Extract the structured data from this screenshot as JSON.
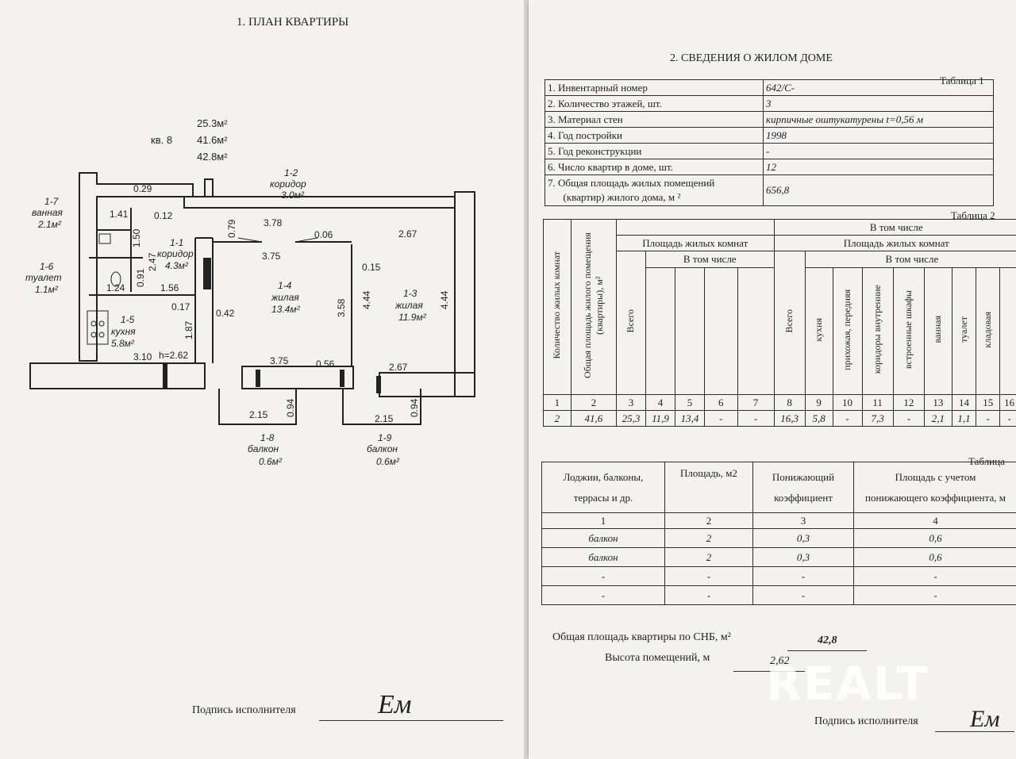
{
  "left_page": {
    "section_title": "1.  ПЛАН КВАРТИРЫ",
    "apartment": {
      "label": "кв. 8",
      "area_living": "25.3м²",
      "area_total": "41.6м²",
      "area_full": "42.8м²"
    },
    "rooms": [
      {
        "id": "1-2",
        "name": "коридор",
        "area": "3.0м²"
      },
      {
        "id": "1-7",
        "name": "ванная",
        "area": "2.1м²"
      },
      {
        "id": "1-1",
        "name": "коридор",
        "area": "4.3м²"
      },
      {
        "id": "1-6",
        "name": "туалет",
        "area": "1.1м²"
      },
      {
        "id": "1-4",
        "name": "жилая",
        "area": "13.4м²"
      },
      {
        "id": "1-3",
        "name": "жилая",
        "area": "11.9м²"
      },
      {
        "id": "1-5",
        "name": "кухня",
        "area": "5.8м²"
      },
      {
        "id": "1-8",
        "name": "балкон",
        "area": "0.6м²"
      },
      {
        "id": "1-9",
        "name": "балкон",
        "area": "0.6м²"
      }
    ],
    "dims": [
      "0.29",
      "1.41",
      "0.12",
      "1.50",
      "0.79",
      "3.78",
      "2.67",
      "3.75",
      "0.06",
      "2.47",
      "0.15",
      "0.91",
      "1.24",
      "1.56",
      "0.17",
      "3.58",
      "4.44",
      "4.44",
      "0.42",
      "1.87",
      "3.10",
      "h=2.62",
      "3.75",
      "0.56",
      "2.67",
      "2.15",
      "0.94",
      "2.15",
      "0.94"
    ],
    "signature_label": "Подпись исполнителя",
    "signature": "Ем"
  },
  "right_page": {
    "section_title": "2.   СВЕДЕНИЯ О ЖИЛОМ ДОМЕ",
    "table1": {
      "caption": "Таблица 1",
      "rows": [
        {
          "label": "1. Инвентарный номер",
          "value": "642/С-"
        },
        {
          "label": "2. Количество этажей, шт.",
          "value": "3"
        },
        {
          "label": "3. Материал стен",
          "value": "кирпичные  оштукатурены t=0,56 м"
        },
        {
          "label": "4. Год постройки",
          "value": "1998"
        },
        {
          "label": "5. Год реконструкции",
          "value": "-"
        },
        {
          "label": "6. Число квартир в доме, шт.",
          "value": "12"
        },
        {
          "label": "7. Общая площадь жилых помещений",
          "label2": "(квартир) жилого дома, м ²",
          "value": "656,8"
        }
      ]
    },
    "table2": {
      "caption": "Таблица 2",
      "h_in_total": "В том числе",
      "h_living_rooms": "Площадь жилых комнат",
      "h_in_total_sub": "В том числе",
      "h_living_rooms2": "Площадь жилых комнат",
      "h_in_total_sub2": "В том числе",
      "col_rooms_count": "Количество жилых комнат",
      "col_total_area": "Общая площадь жилого помещения (квартиры), м²",
      "col_total": "Всего",
      "col_total2": "Всего",
      "col_kitchen": "кухня",
      "col_hall": "прихожая, передняя",
      "col_corridors": "коридоры внутренние",
      "col_closets": "встроенные шкафы",
      "col_bath": "ванная",
      "col_toilet": "туалет",
      "col_pantry": "кладовая",
      "col_numbers": [
        "1",
        "2",
        "3",
        "4",
        "5",
        "6",
        "7",
        "8",
        "9",
        "10",
        "11",
        "12",
        "13",
        "14",
        "15",
        "16"
      ],
      "values": [
        "2",
        "41,6",
        "25,3",
        "11,9",
        "13,4",
        "-",
        "-",
        "16,3",
        "5,8",
        "-",
        "7,3",
        "-",
        "2,1",
        "1,1",
        "-",
        "-"
      ]
    },
    "table3": {
      "caption": "Таблица",
      "headers": [
        "Лоджии, балконы,",
        "террасы и др.",
        "Площадь, м2",
        "Понижающий",
        "коэффициент",
        "Площадь с учетом",
        "понижающего коэффициента, м"
      ],
      "col_numbers": [
        "1",
        "2",
        "3",
        "4"
      ],
      "rows": [
        [
          "балкон",
          "2",
          "0,3",
          "0,6"
        ],
        [
          "балкон",
          "2",
          "0,3",
          "0,6"
        ],
        [
          "-",
          "-",
          "-",
          "-"
        ],
        [
          "-",
          "-",
          "-",
          "-"
        ]
      ]
    },
    "total_area_label": "Общая площадь квартиры по СНБ, м²",
    "total_area_value": "42,8",
    "height_label": "Высота помещений, м",
    "height_value": "2,62",
    "signature_label": "Подпись исполнителя",
    "signature": "Ем"
  },
  "watermark": "REALT"
}
